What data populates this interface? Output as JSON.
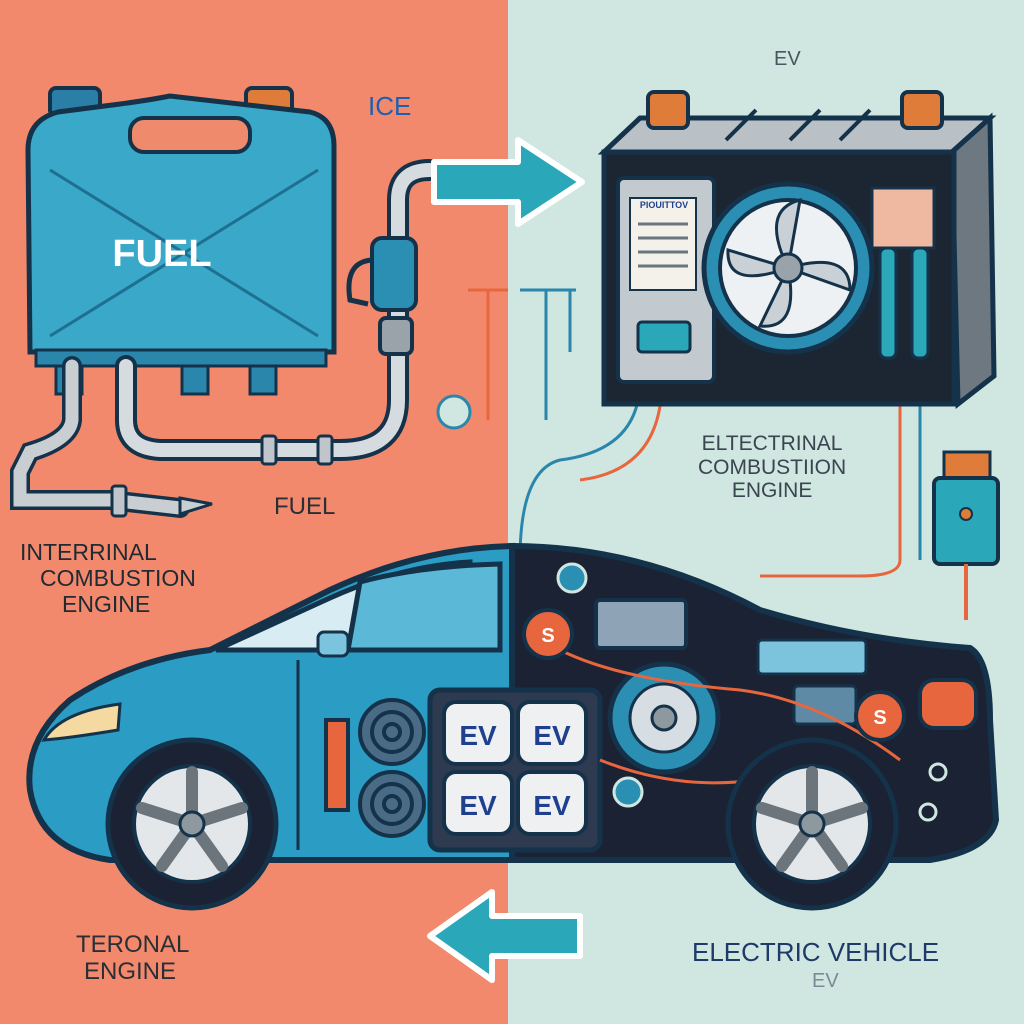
{
  "labels": {
    "ice_top": "ICE",
    "ev_top": "EV",
    "fuel_can": "FUEL",
    "fuel_nozzle": "FUEL",
    "ice_block": [
      "INTERRINAL",
      "COMBUSTION",
      "ENGINE"
    ],
    "ev_block": [
      "ELTECTRINAL",
      "COMBUSTIION",
      "ENGINE"
    ],
    "bottom_left": [
      "TERONAL",
      "ENGINE"
    ],
    "bottom_right": "ELECTRIC VEHICLE",
    "bottom_right_sub": "EV",
    "battery_cells": [
      "EV",
      "EV",
      "EV",
      "EV"
    ],
    "controller_sticker": "PIOUITTOV",
    "circuit_badge": "S"
  },
  "colors": {
    "left_background": "#f2896c",
    "right_background": "#cfe7e0",
    "car_body": "#2b9cc4",
    "fuel_can": "#3aa8c8",
    "arrow": "#2aa7b8",
    "wire": "#e8663e"
  },
  "icons": [
    "fuel-can-icon",
    "fuel-nozzle-icon",
    "battery-pack-icon",
    "cooling-fan-icon",
    "wheel-icon",
    "arrow-right-icon",
    "arrow-left-icon",
    "charger-plug-icon"
  ]
}
